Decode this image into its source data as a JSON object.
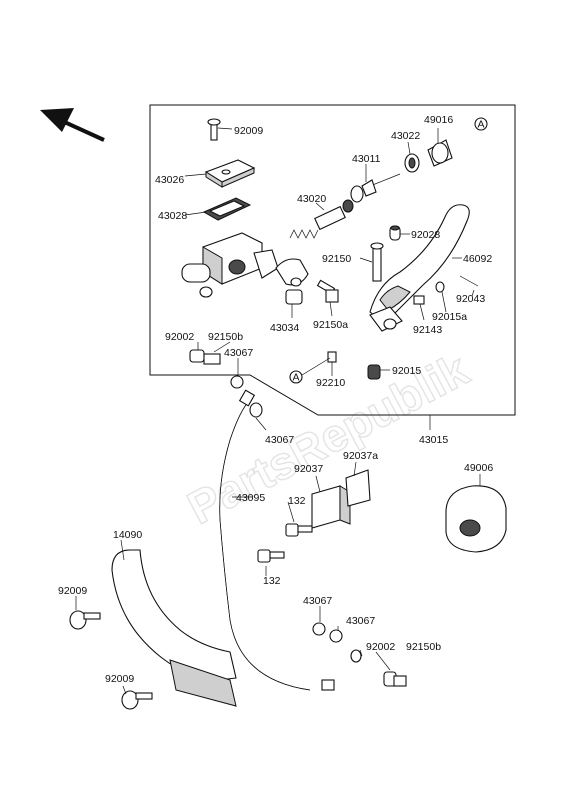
{
  "watermark": "PartsRepublik",
  "callout_marker": "A",
  "labels": {
    "p92009_top": "92009",
    "p43026": "43026",
    "p43028": "43028",
    "p43022": "43022",
    "p49016": "49016",
    "p43011": "43011",
    "p43020": "43020",
    "p92028": "92028",
    "p46092": "46092",
    "p92150": "92150",
    "p92043": "92043",
    "p92015a": "92015a",
    "p92143": "92143",
    "p43034": "43034",
    "p92150a": "92150a",
    "p92002_top": "92002",
    "p92150b_top": "92150b",
    "p43067_a": "43067",
    "p92015": "92015",
    "p92210": "92210",
    "p43067_b": "43067",
    "p43015": "43015",
    "p92037": "92037",
    "p92037a": "92037a",
    "p49006": "49006",
    "p43095": "43095",
    "p132_a": "132",
    "p132_b": "132",
    "p14090": "14090",
    "p92009_mid": "92009",
    "p43067_c": "43067",
    "p43067_d": "43067",
    "p92002_bot": "92002",
    "p92150b_bot": "92150b",
    "p92009_bot": "92009"
  }
}
